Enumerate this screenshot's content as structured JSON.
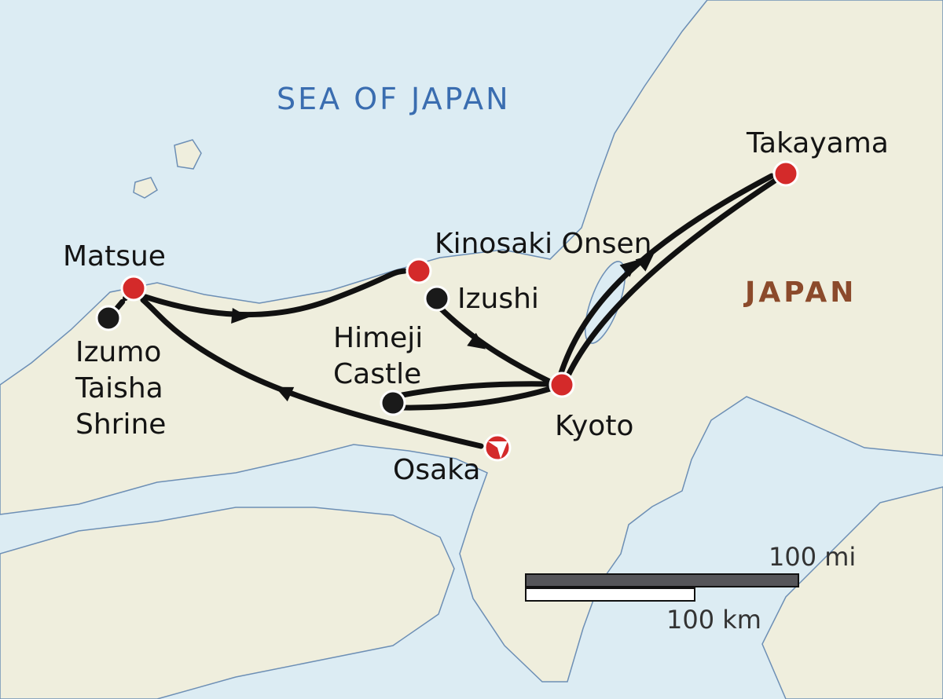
{
  "sea_label": "SEA OF JAPAN",
  "country_label": "JAPAN",
  "colors": {
    "sea": "#dcecf3",
    "land": "#efeedd",
    "coast": "#6d8fb5",
    "stop": "#d42a2a",
    "minor_stop": "#1a1a1a",
    "route": "#111111",
    "sea_text": "#3a6db0",
    "country_text": "#8b4a2b"
  },
  "places": [
    {
      "name": "Matsue",
      "type": "overnight"
    },
    {
      "name": "Izumo Taisha Shrine",
      "lines": [
        "Izumo",
        "Taisha",
        "Shrine"
      ],
      "type": "visit"
    },
    {
      "name": "Kinosaki Onsen",
      "type": "overnight"
    },
    {
      "name": "Izushi",
      "type": "visit"
    },
    {
      "name": "Himeji Castle",
      "lines": [
        "Himeji",
        "Castle"
      ],
      "type": "visit"
    },
    {
      "name": "Kyoto",
      "type": "overnight"
    },
    {
      "name": "Takayama",
      "type": "overnight"
    },
    {
      "name": "Osaka",
      "type": "arrival-airport"
    }
  ],
  "scale": {
    "miles_label": "100 mi",
    "km_label": "100 km"
  }
}
